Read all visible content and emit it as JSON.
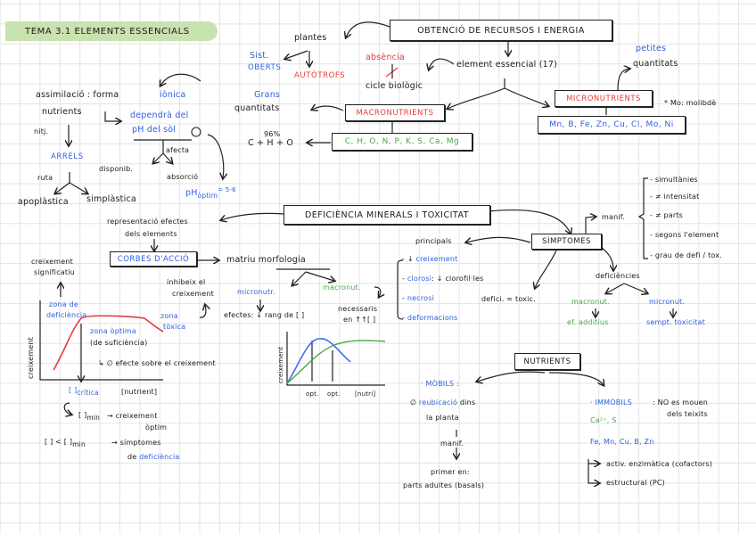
{
  "title": "TEMA 3.1 ELEMENTS ESSENCIALS",
  "top": {
    "obtencio_box": "OBTENCIÓ DE RECURSOS i ENERGIA",
    "plantes": "plantes",
    "sist": "Sist.",
    "oberts": "OBERTS",
    "autotrofs": "AUTÒTROFS",
    "absencia": "absència",
    "cicle_biologic": "cicle biològic",
    "element_essencial": "element essencial (17)",
    "petites": "petites",
    "quantitats_micro": "quantitats",
    "grans": "Grans",
    "quantitats_macro": "quantitats",
    "macronutrients_box": "MACRONUTRIENTS",
    "macronutrients_list": "C, H, O, N, P, K, S, Ca, Mg",
    "percent": "96%",
    "cho": "C + H + O",
    "micronutrients_box": "MICRONUTRIENTS",
    "micronutrients_list": "Mn, B, Fe, Zn, Cu, Cl, Mo, Ni",
    "mo_note": "* Mo: molibdè"
  },
  "assimilacio": {
    "assimilacio_label": "assimilació : forma",
    "ionica": "iònica",
    "nutrients": "nutrients",
    "nitj": "nitj.",
    "dependra": "dependrà del",
    "ph_sol": "pH del sòl",
    "circle_note": "①",
    "afecta": "afecta",
    "disponib": "disponib.",
    "absorcio": "absorció",
    "arrels": "ARRELS",
    "ruta": "ruta",
    "apoplastica": "apoplàstica",
    "simplastica": "simplàstica",
    "ph_optim_label": "pH",
    "ph_optim_sub": "òptim",
    "ph_optim_value": "= 5-6"
  },
  "deficiencia": {
    "box": "DEFICIÈNCIA MINERALS i TOXICITAT",
    "representacio": "representació efectes",
    "dels_elements": "dels elements",
    "corbes_box": "CORBES D'ACCIÓ",
    "matriu": "matriu morfologia",
    "creixement_signif_1": "creixement",
    "creixement_signif_2": "significatiu",
    "zona_deficiencia_1": "zona de",
    "zona_deficiencia_2": "deficiència",
    "zona_optima": "zona òptima",
    "de_suficiencia": "(de suficiència)",
    "efecte": "↳ ∅ efecte sobre el creixement",
    "zona_toxica_1": "zona",
    "zona_toxica_2": "tòxica",
    "inhibeix_1": "inhibeix el",
    "inhibeix_2": "creixement",
    "c_critica_bracket": "[ ]",
    "c_critica_sub": "crítica",
    "nutrient_axis": "[nutrient]",
    "creixement_axis": "creixement",
    "c_min_line": "[ ]",
    "c_min_sub": "min",
    "c_min_result_1": "→ creixement",
    "c_min_result_2": "òptim",
    "c_lt_line": "[ ] < [ ]",
    "c_lt_sub": "min",
    "c_lt_result_1": "→ símptomes",
    "c_lt_result_2a": "de",
    "c_lt_result_2b": "deficiència",
    "micronutr": "micronutr.",
    "macronutr": "macronut.",
    "efectes": "efectes: ↓ rang de [ ]",
    "necessaris_1": "necessaris",
    "necessaris_2": "en ↑↑[ ]",
    "graph2_y": "creixement",
    "graph2_opt1": "opt.",
    "graph2_opt2": "opt.",
    "graph2_x": "[nutri]"
  },
  "simptomes": {
    "box": "SÍMPTOMES",
    "principals": "principals",
    "items": [
      {
        "prefix": "- ↓",
        "text": "creixement",
        "rest": ""
      },
      {
        "prefix": "-",
        "text": "clorosi",
        "rest": ": ↓ clorofil·les"
      },
      {
        "prefix": "-",
        "text": "necrosi",
        "rest": ""
      },
      {
        "prefix": "-",
        "text": "deformacions",
        "rest": ""
      }
    ],
    "defici_toxic": "defici. ≈ toxic.",
    "manif": "manif.",
    "manif_items": [
      "- simultànies",
      "- ≠ intensitat",
      "- ≠ parts",
      "- segons l'element",
      "- grau de defi / tox."
    ],
    "deficiencies": "deficiències",
    "macronut": "macronut.",
    "ef_additius": "ef. additius",
    "micronut": "micronut.",
    "sempt_toxicitat": "sempt. toxicitat"
  },
  "nutrients": {
    "box": "NUTRIENTS",
    "mobils": "· MÒBILS :",
    "reubicacio_prefix": "∅",
    "reubicacio": "reubicació",
    "dins": "dins",
    "la_planta": "la planta",
    "manif": "manif.",
    "primer_en": "primer en:",
    "parts_adultes": "parts adultes (basals)",
    "immobils": "· IMMÒBILS",
    "immobils_note_1": ": NO es mouen",
    "immobils_note_2": "dels teixits",
    "ca_s": "Ca²⁺, S",
    "fe_list": "Fe, Mn, Cu, B, Zn",
    "activ": "activ. enzimàtica (cofactors)",
    "estructural": "estructural (PC)"
  },
  "colors": {
    "banner": "#c8e2b0",
    "blue": "#2f5fe0",
    "red": "#e83a3a",
    "green": "#4aa84a",
    "ink": "#1a1a1a"
  }
}
